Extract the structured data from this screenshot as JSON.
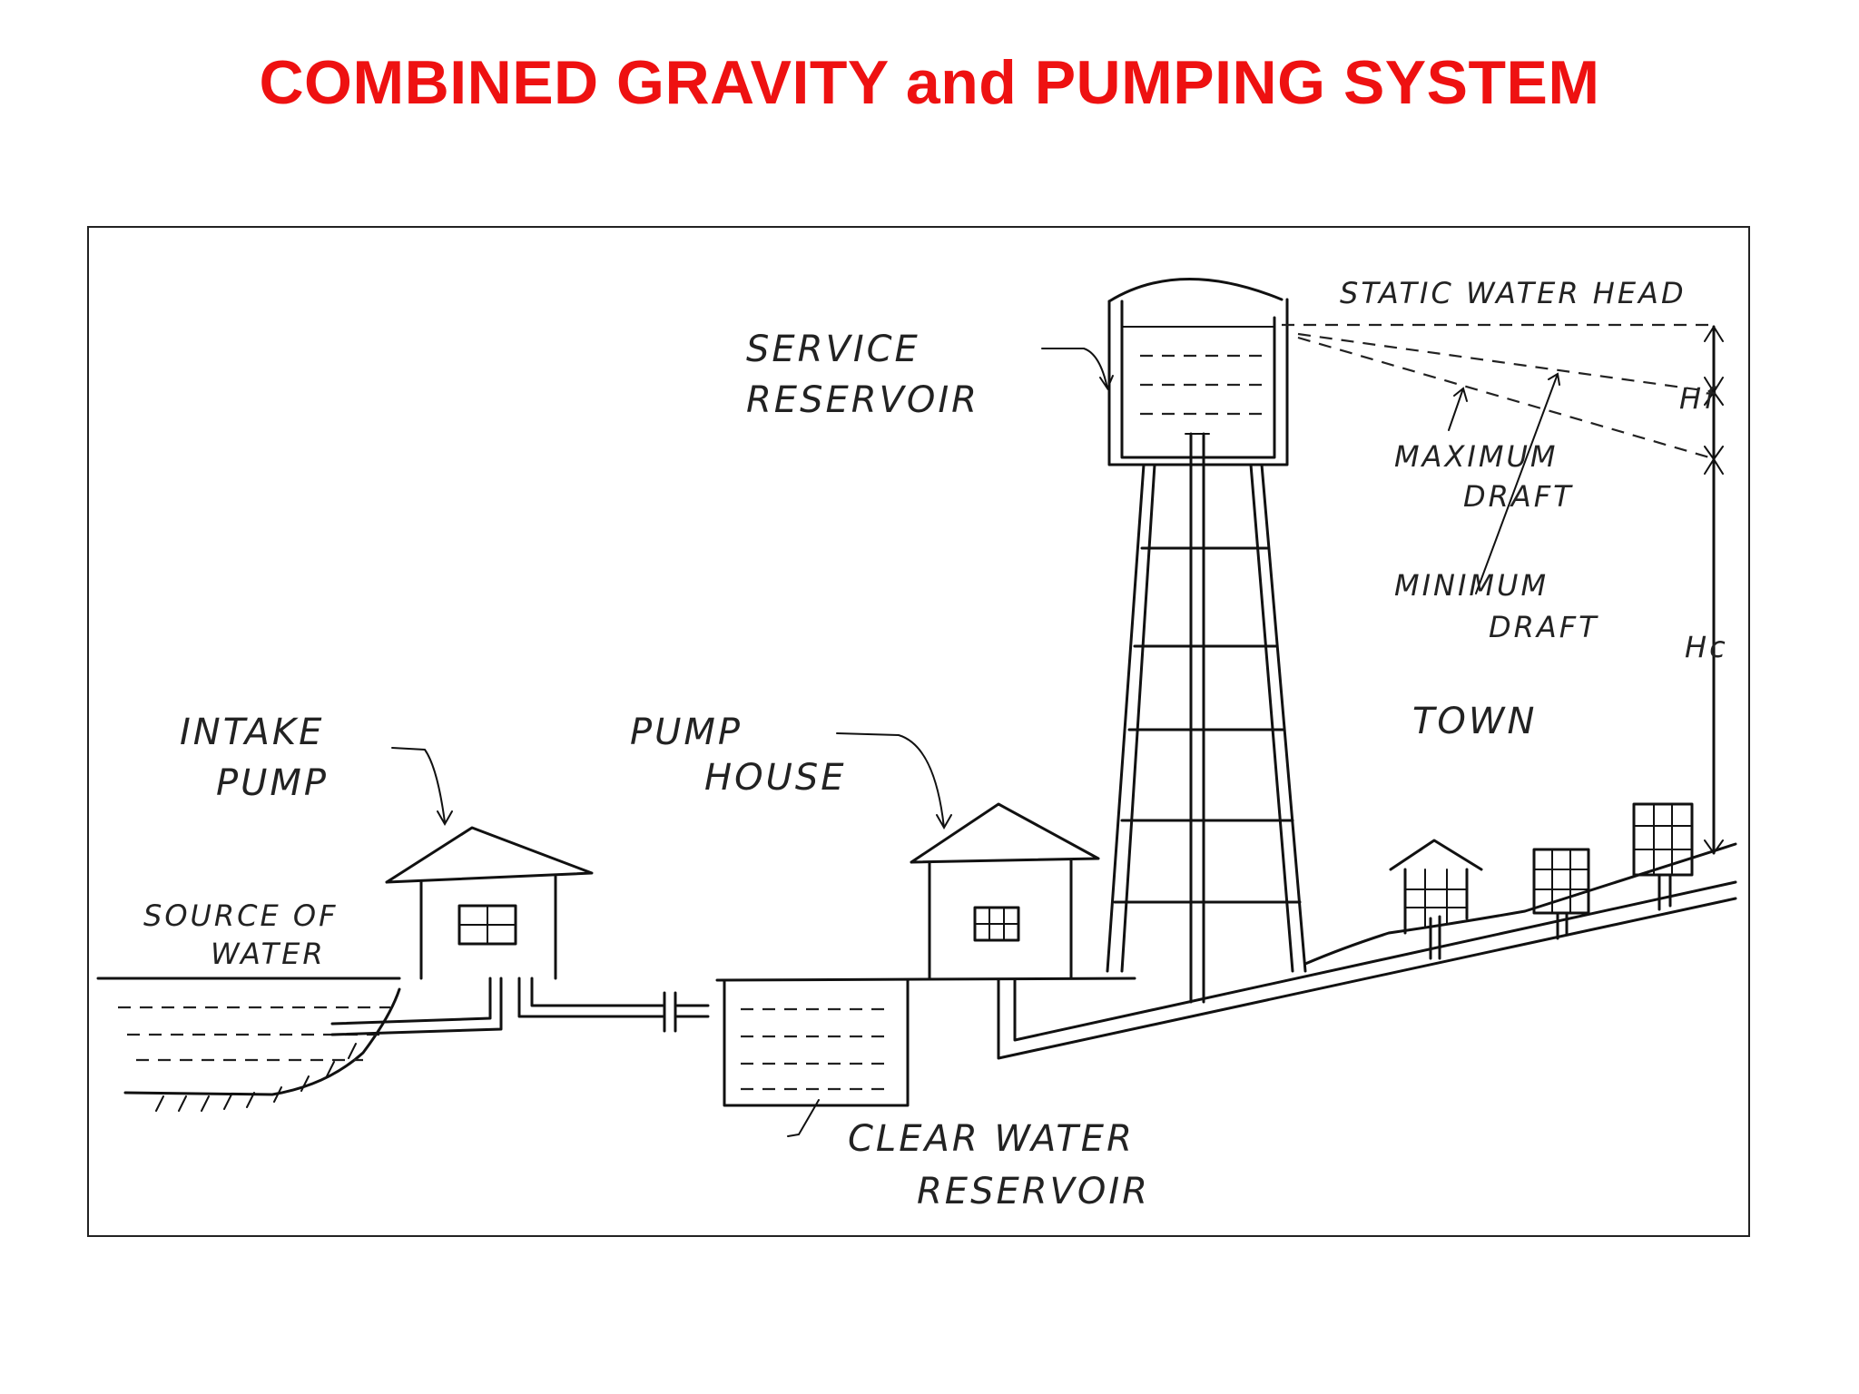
{
  "title": "COMBINED GRAVITY and PUMPING SYSTEM",
  "labels": {
    "service_reservoir_1": "SERVICE",
    "service_reservoir_2": "RESERVOIR",
    "static_water_head": "STATIC WATER HEAD",
    "max_draft_1": "MAXIMUM",
    "max_draft_2": "DRAFT",
    "min_draft_1": "MINIMUM",
    "min_draft_2": "DRAFT",
    "hf": "Hf",
    "hc": "Hc",
    "town": "TOWN",
    "intake_pump_1": "INTAKE",
    "intake_pump_2": "PUMP",
    "pump_house_1": "PUMP",
    "pump_house_2": "HOUSE",
    "source_1": "SOURCE OF",
    "source_2": "WATER",
    "clear_water_1": "CLEAR WATER",
    "clear_water_2": "RESERVOIR"
  },
  "colors": {
    "title": "#ee1111",
    "ink": "#111111"
  }
}
